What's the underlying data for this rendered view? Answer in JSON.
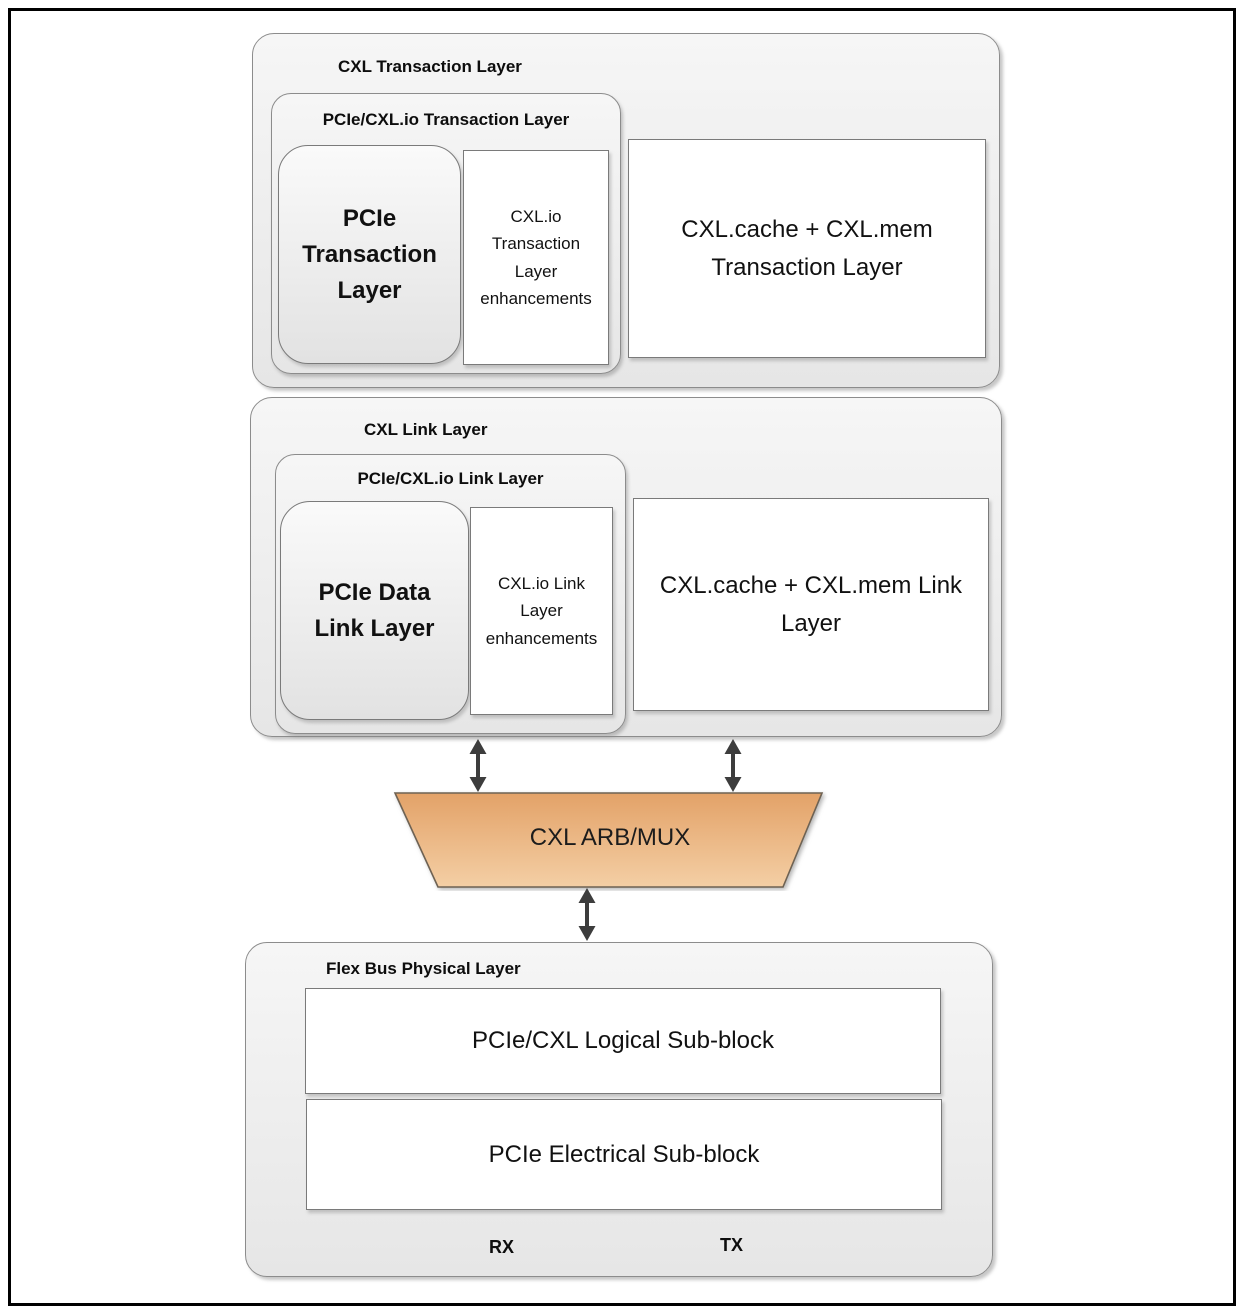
{
  "transaction_layer": {
    "title": "CXL Transaction Layer",
    "io_sub": {
      "title": "PCIe/CXL.io Transaction Layer",
      "pcie_box": "PCIe Transaction Layer",
      "enhancements_box": "CXL.io Transaction Layer enhancements"
    },
    "cachemem_box": "CXL.cache + CXL.mem Transaction Layer"
  },
  "link_layer": {
    "title": "CXL Link Layer",
    "io_sub": {
      "title": "PCIe/CXL.io Link Layer",
      "pcie_box": "PCIe Data Link Layer",
      "enhancements_box": "CXL.io Link Layer enhancements"
    },
    "cachemem_box": "CXL.cache + CXL.mem Link Layer"
  },
  "arbmux": {
    "label": "CXL ARB/MUX"
  },
  "physical_layer": {
    "title": "Flex Bus Physical Layer",
    "logical_box": "PCIe/CXL Logical Sub-block",
    "electrical_box": "PCIe Electrical Sub-block",
    "rx_label": "RX",
    "tx_label": "TX"
  },
  "colors": {
    "container_fill_top": "#f6f6f6",
    "container_fill_bottom": "#e6e6e6",
    "container_border": "#8c8c8c",
    "box_border": "#7a7a7a",
    "pcie_fill_top": "#fafafa",
    "pcie_fill_bottom": "#e2e2e2",
    "arbmux_fill_top": "#e3a268",
    "arbmux_fill_bottom": "#f4cfa5",
    "arbmux_border": "#6e6253",
    "arrow": "#3d3d3d"
  }
}
